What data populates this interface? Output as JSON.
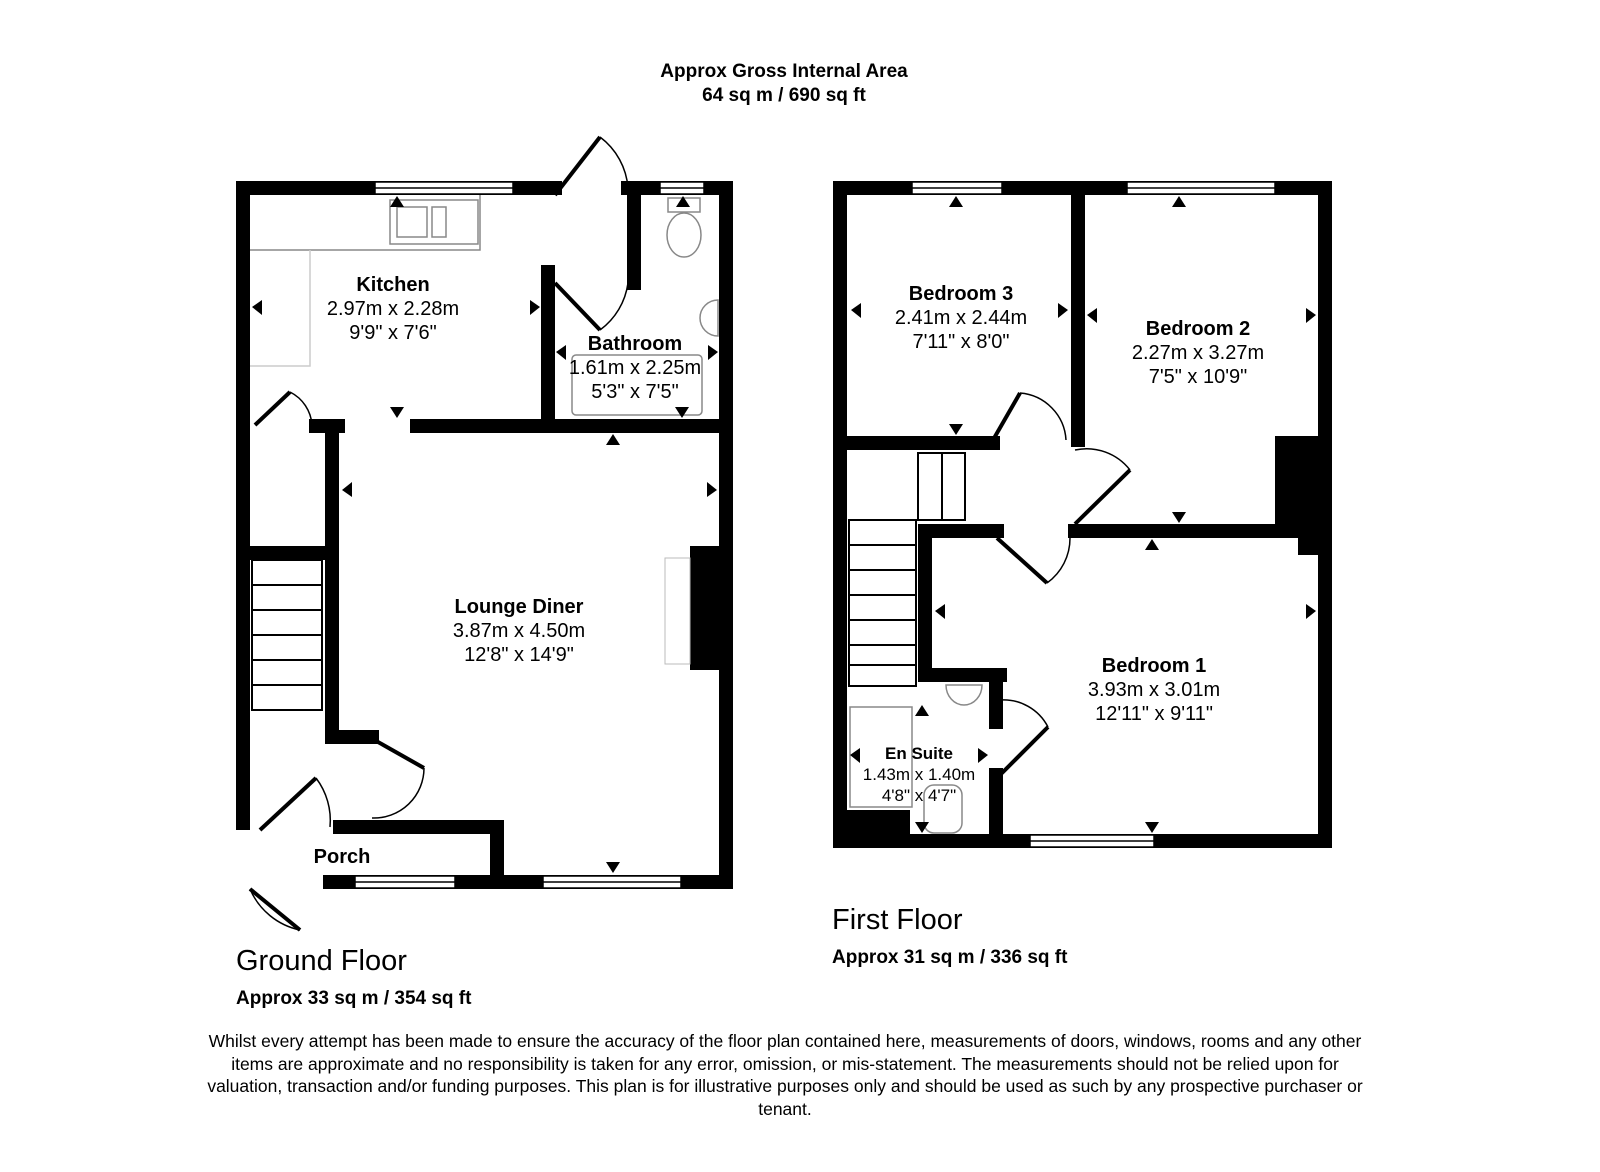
{
  "header": {
    "title": "Approx Gross Internal Area",
    "area": "64 sq m / 690 sq ft"
  },
  "ground_floor": {
    "label": "Ground Floor",
    "area": "Approx 33 sq m / 354 sq ft",
    "rooms": [
      {
        "name": "Kitchen",
        "metric": "2.97m x 2.28m",
        "imperial": "9'9\" x 7'6\""
      },
      {
        "name": "Bathroom",
        "metric": "1.61m x 2.25m",
        "imperial": "5'3\" x 7'5\""
      },
      {
        "name": "Lounge Diner",
        "metric": "3.87m x 4.50m",
        "imperial": "12'8\" x 14'9\""
      },
      {
        "name": "Porch"
      }
    ]
  },
  "first_floor": {
    "label": "First Floor",
    "area": "Approx 31 sq m / 336 sq ft",
    "rooms": [
      {
        "name": "Bedroom 3",
        "metric": "2.41m x 2.44m",
        "imperial": "7'11\" x 8'0\""
      },
      {
        "name": "Bedroom 2",
        "metric": "2.27m x 3.27m",
        "imperial": "7'5\" x 10'9\""
      },
      {
        "name": "Bedroom 1",
        "metric": "3.93m x 3.01m",
        "imperial": "12'11\" x 9'11\""
      },
      {
        "name": "En Suite",
        "metric": "1.43m x 1.40m",
        "imperial": "4'8\" x 4'7\""
      }
    ]
  },
  "disclaimer": "Whilst every attempt has been made to ensure the accuracy of the floor plan contained here, measurements of doors, windows, rooms and any other items are approximate and no responsibility is taken for any error, omission, or mis-statement. The measurements should not be relied upon for valuation, transaction and/or funding purposes. This plan is for illustrative purposes only and should be used as such by any prospective purchaser or tenant."
}
